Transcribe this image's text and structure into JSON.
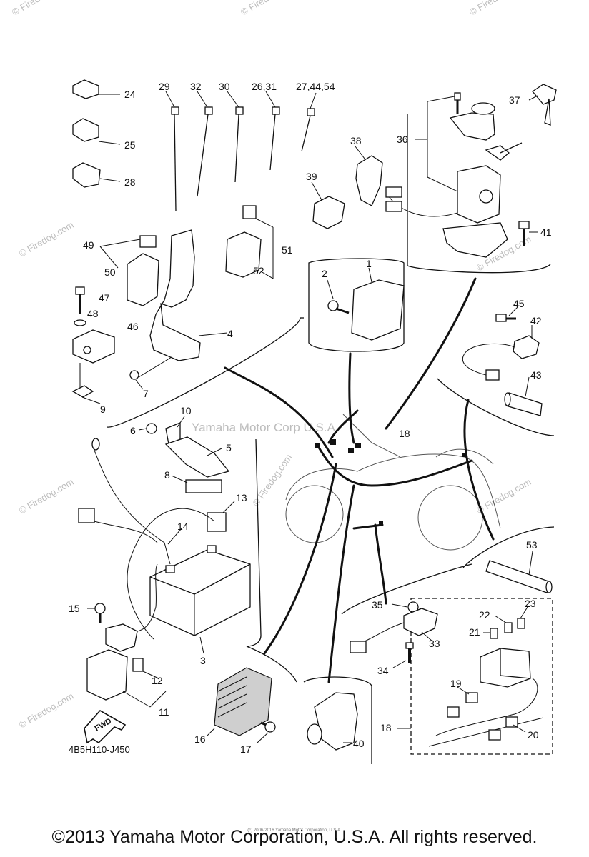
{
  "diagram_code": "4B5H110-J450",
  "copyright": "©2013 Yamaha Motor Corporation, U.S.A. All rights reserved.",
  "small_copyright": "(c) 2006-2016 Yamaha Motor Corporation, U.S.A.",
  "watermark_center": "Yamaha Motor Corp U.S.A.",
  "watermark_site": "© Firedog.com",
  "fwd_label": "FWD",
  "callouts": [
    "24",
    "25",
    "28",
    "29",
    "32",
    "30",
    "26,31",
    "27,44,54",
    "37",
    "36",
    "38",
    "39",
    "41",
    "49",
    "50",
    "51",
    "52",
    "47",
    "48",
    "46",
    "4",
    "7",
    "9",
    "2",
    "1",
    "45",
    "42",
    "43",
    "6",
    "10",
    "5",
    "8",
    "13",
    "14",
    "18",
    "15",
    "3",
    "12",
    "11",
    "16",
    "17",
    "35",
    "33",
    "34",
    "40",
    "53",
    "23",
    "22",
    "21",
    "19",
    "20",
    "18"
  ]
}
